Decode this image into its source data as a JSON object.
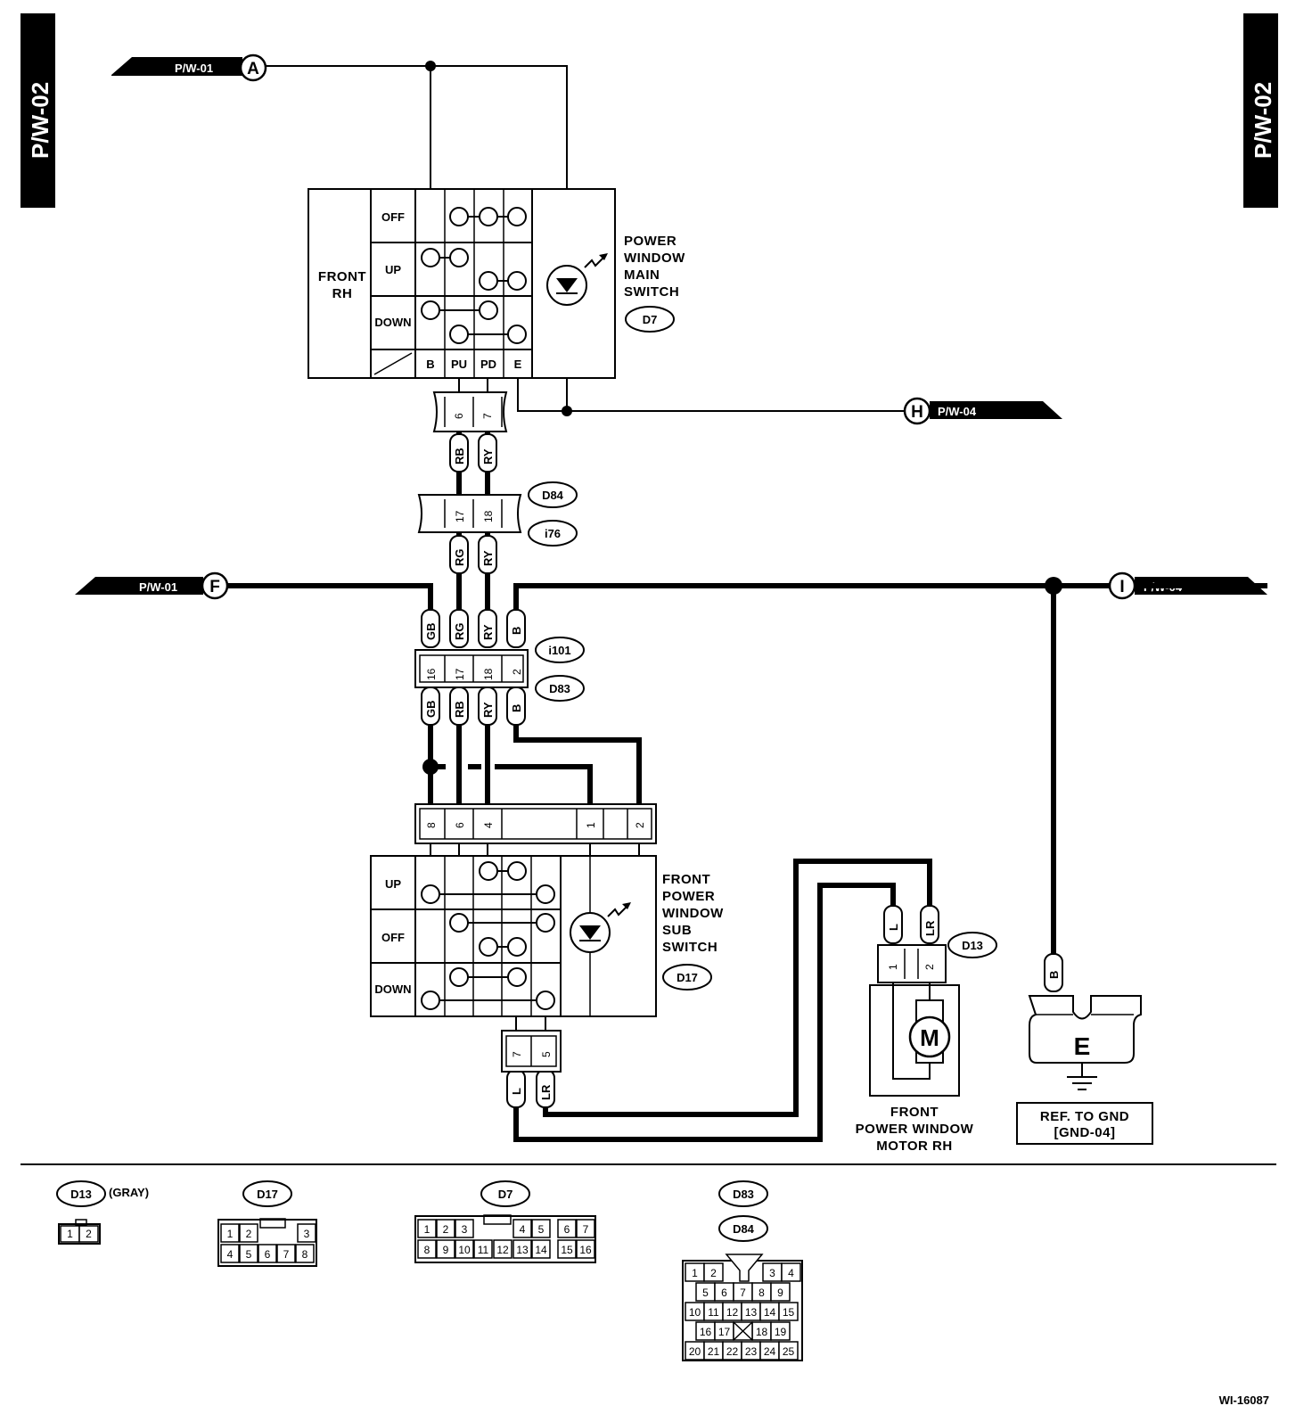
{
  "page_id": "P/W-02",
  "figure_id": "WI-16087",
  "connectors": {
    "pw01_a": "P/W-01",
    "a": "A",
    "pw04_h": "P/W-04",
    "h": "H",
    "pw01_f": "P/W-01",
    "f": "F",
    "pw04_i": "P/W-04",
    "i": "I"
  },
  "main_switch": {
    "title_lines": [
      "POWER",
      "WINDOW",
      "MAIN",
      "SWITCH"
    ],
    "code": "D7",
    "row_label_lines": [
      "FRONT",
      "RH"
    ],
    "rows": [
      "OFF",
      "UP",
      "DOWN"
    ],
    "terminals": [
      "B",
      "PU",
      "PD",
      "E"
    ]
  },
  "sub_switch": {
    "title_lines": [
      "FRONT",
      "POWER",
      "WINDOW",
      "SUB",
      "SWITCH"
    ],
    "code": "D17",
    "rows": [
      "UP",
      "OFF",
      "DOWN"
    ]
  },
  "motor": {
    "label_lines": [
      "FRONT",
      "POWER WINDOW",
      "MOTOR RH"
    ],
    "code": "D13",
    "symbol": "M"
  },
  "ground": {
    "symbol": "E",
    "ref_lines": [
      "REF. TO GND",
      "[GND-04]"
    ]
  },
  "connector_codes": [
    "D84",
    "i76",
    "i101",
    "D83"
  ],
  "pins": {
    "d7_pins": [
      "6",
      "7"
    ],
    "d84_pins": [
      "17",
      "18"
    ],
    "d83_pins": [
      "16",
      "17",
      "18",
      "2"
    ],
    "d17_top_pins": [
      "8",
      "6",
      "4",
      "1",
      "2"
    ],
    "d17_bottom_pins": [
      "7",
      "5"
    ],
    "d13_pins": [
      "1",
      "2"
    ]
  },
  "wire_colors": {
    "d7_out": [
      "RB",
      "RY"
    ],
    "i76_out": [
      "RG",
      "RY"
    ],
    "i101_in": [
      "GB",
      "RG",
      "RY",
      "B"
    ],
    "d83_out": [
      "GB",
      "RB",
      "RY",
      "B"
    ],
    "d17_out": [
      "L",
      "LR"
    ],
    "d13_in": [
      "L",
      "LR"
    ],
    "ground_in": "B"
  },
  "connector_views": {
    "d13": {
      "code": "D13",
      "note": "(GRAY)",
      "rows": [
        [
          "1",
          "2"
        ]
      ]
    },
    "d17": {
      "code": "D17",
      "rows": [
        [
          "1",
          "2",
          "3"
        ],
        [
          "4",
          "5",
          "6",
          "7",
          "8"
        ]
      ]
    },
    "d7": {
      "code": "D7",
      "rows": [
        [
          "1",
          "2",
          "3",
          "4",
          "5",
          "6",
          "7"
        ],
        [
          "8",
          "9",
          "10",
          "11",
          "12",
          "13",
          "14",
          "15",
          "16"
        ]
      ]
    },
    "d83_d84": {
      "codes": [
        "D83",
        "D84"
      ],
      "rows": [
        [
          "1",
          "2",
          "3",
          "4"
        ],
        [
          "5",
          "6",
          "7",
          "8",
          "9"
        ],
        [
          "10",
          "11",
          "12",
          "13",
          "14",
          "15"
        ],
        [
          "16",
          "17",
          "18",
          "19"
        ],
        [
          "20",
          "21",
          "22",
          "23",
          "24",
          "25"
        ]
      ]
    }
  },
  "colors": {
    "ink": "#000000",
    "paper": "#ffffff"
  }
}
